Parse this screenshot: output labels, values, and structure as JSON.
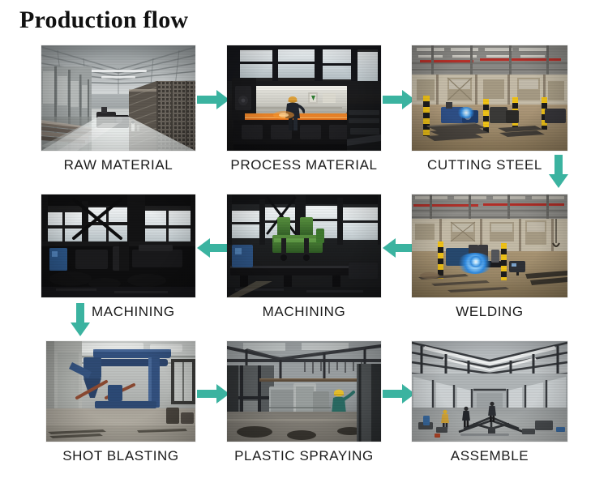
{
  "page": {
    "title": "Production flow",
    "background": "#ffffff",
    "arrow_color": "#3bb3a0",
    "caption_color": "#1b1b1b",
    "title_color": "#111111"
  },
  "steps": [
    {
      "id": "raw-material",
      "caption": "RAW MATERIAL",
      "row": 1,
      "col": 1,
      "scene": "warehouse-with-stacked-h-beams"
    },
    {
      "id": "process-material",
      "caption": "PROCESS MATERIAL",
      "row": 1,
      "col": 2,
      "scene": "shearing-machine-operator"
    },
    {
      "id": "cutting-steel",
      "caption": "CUTTING STEEL",
      "row": 1,
      "col": 3,
      "scene": "cutting-shop-red-crane"
    },
    {
      "id": "machining-left",
      "caption": "MACHINING",
      "row": 2,
      "col": 1,
      "scene": "machining-dark-windows"
    },
    {
      "id": "machining-middle",
      "caption": "MACHINING",
      "row": 2,
      "col": 2,
      "scene": "machining-green-drill"
    },
    {
      "id": "welding",
      "caption": "WELDING",
      "row": 2,
      "col": 3,
      "scene": "welding-blue-arc"
    },
    {
      "id": "shot-blasting",
      "caption": "SHOT BLASTING",
      "row": 3,
      "col": 1,
      "scene": "shot-blasting-machine"
    },
    {
      "id": "plastic-spraying",
      "caption": "PLASTIC SPRAYING",
      "row": 3,
      "col": 2,
      "scene": "spraying-booth-worker"
    },
    {
      "id": "assemble",
      "caption": "ASSEMBLE",
      "row": 3,
      "col": 3,
      "scene": "assembly-hall"
    }
  ],
  "arrows": [
    {
      "id": "raw-to-process",
      "direction": "right",
      "from": "raw-material",
      "to": "process-material"
    },
    {
      "id": "process-to-cutting",
      "direction": "right",
      "from": "process-material",
      "to": "cutting-steel"
    },
    {
      "id": "cutting-to-welding",
      "direction": "down",
      "from": "cutting-steel",
      "to": "welding"
    },
    {
      "id": "welding-to-machining",
      "direction": "left",
      "from": "welding",
      "to": "machining-middle"
    },
    {
      "id": "machining-to-machining",
      "direction": "left",
      "from": "machining-middle",
      "to": "machining-left"
    },
    {
      "id": "machining-to-blasting",
      "direction": "down",
      "from": "machining-left",
      "to": "shot-blasting"
    },
    {
      "id": "blasting-to-spraying",
      "direction": "right",
      "from": "shot-blasting",
      "to": "plastic-spraying"
    },
    {
      "id": "spraying-to-assemble",
      "direction": "right",
      "from": "plastic-spraying",
      "to": "assemble"
    }
  ]
}
